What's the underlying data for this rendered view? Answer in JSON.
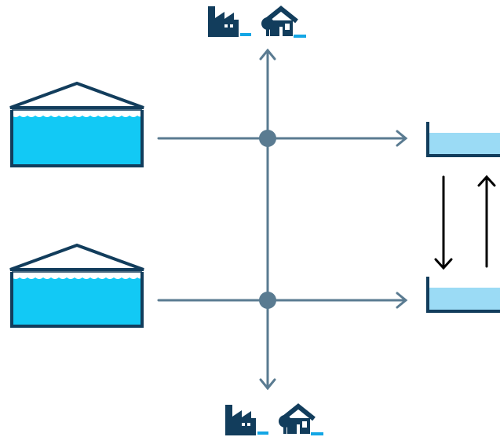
{
  "colors": {
    "dark_navy": "#123d5c",
    "pipe": "#5a7b91",
    "reservoir_water": "#12c9f5",
    "basin_water": "#9bdbf5",
    "arrow": "#000000",
    "accent": "#13a6e5"
  },
  "diagram": {
    "reservoirs": [
      {
        "name": "reservoir-1",
        "icon": "covered-reservoir-icon"
      },
      {
        "name": "reservoir-2",
        "icon": "covered-reservoir-icon"
      }
    ],
    "basins": [
      {
        "name": "basin-top",
        "icon": "open-basin-icon"
      },
      {
        "name": "basin-bottom",
        "icon": "open-basin-icon"
      }
    ],
    "consumer_groups": [
      {
        "position": "top",
        "icons": [
          "factory-icon",
          "house-icon"
        ]
      },
      {
        "position": "bottom",
        "icons": [
          "factory-icon",
          "house-icon"
        ]
      }
    ],
    "flow_between_basins": [
      "down",
      "up"
    ]
  }
}
